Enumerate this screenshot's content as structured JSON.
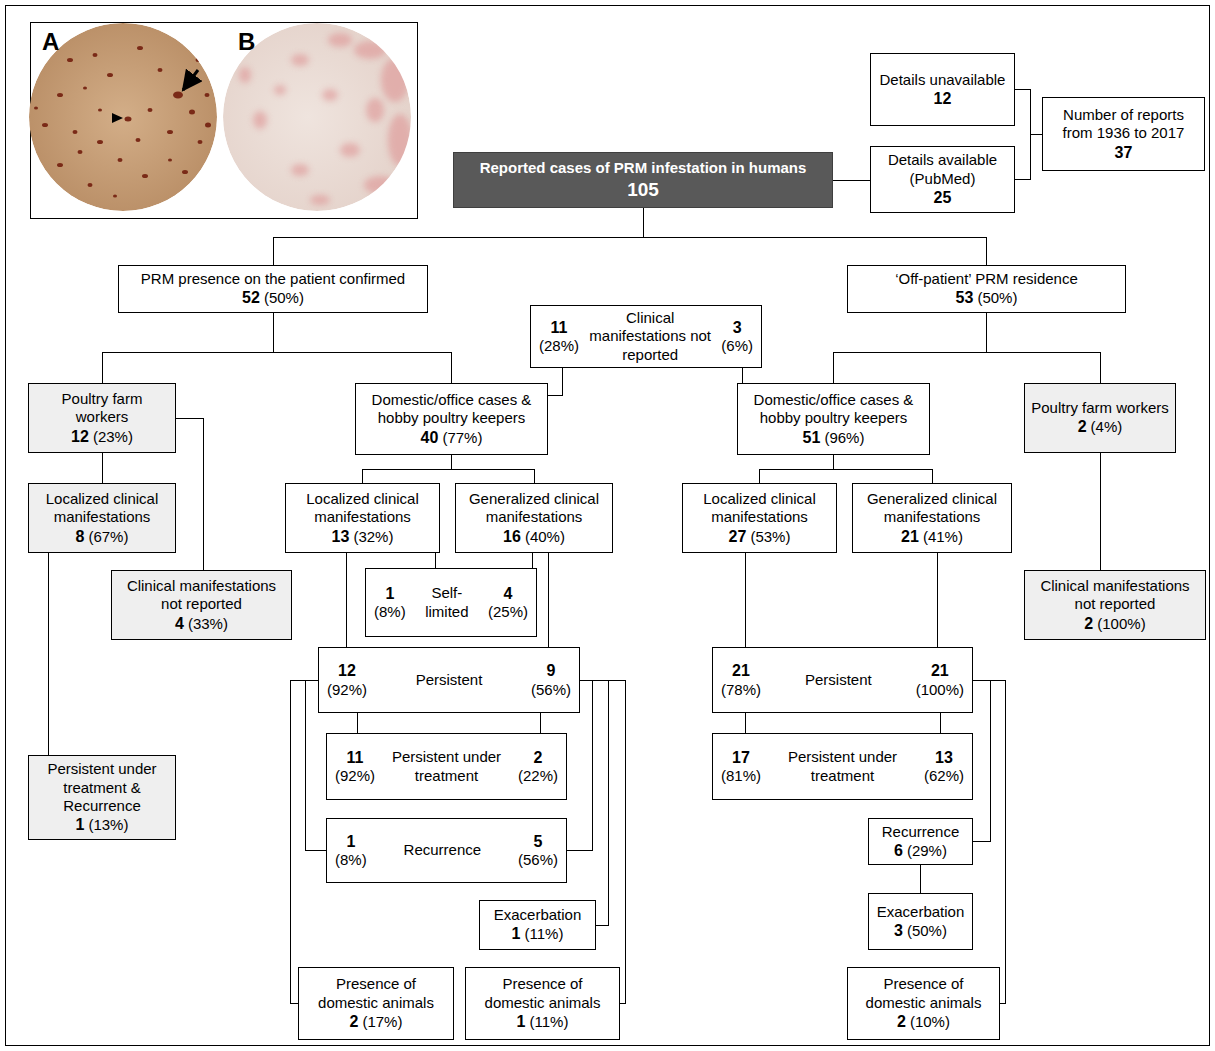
{
  "diagram": {
    "nodes": [
      {
        "text": [
          "Details unavailable",
          "12"
        ]
      },
      {
        "text": [
          "Number of reports from 1936 to 2017",
          "37"
        ]
      },
      {
        "text": [
          "Reported cases of PRM infestation in humans",
          "105"
        ]
      },
      {
        "text": [
          "Details available (PubMed)",
          "25"
        ]
      },
      {
        "text": [
          "PRM presence on the patient confirmed",
          "52",
          "(50%)"
        ]
      },
      {
        "text": [
          "‘Off-patient’ PRM residence",
          "53",
          "(50%)"
        ]
      },
      {
        "text": [
          "11",
          "(28%)",
          "Clinical manifestations not reported",
          "3",
          "(6%)"
        ]
      },
      {
        "text": [
          "Poultry farm workers",
          "12",
          "(23%)"
        ]
      },
      {
        "text": [
          "Domestic/office cases & hobby poultry keepers",
          "40",
          "(77%)"
        ]
      },
      {
        "text": [
          "Domestic/office cases & hobby poultry keepers",
          "51",
          "(96%)"
        ]
      },
      {
        "text": [
          "Poultry farm workers",
          "2",
          "(4%)"
        ]
      },
      {
        "text": [
          "Localized clinical manifestations",
          "8",
          "(67%)"
        ]
      },
      {
        "text": [
          "Clinical manifestations not reported",
          "4",
          "(33%)"
        ]
      },
      {
        "text": [
          "Localized clinical manifestations",
          "13",
          "(32%)"
        ]
      },
      {
        "text": [
          "Generalized clinical manifestations",
          "16",
          "(40%)"
        ]
      },
      {
        "text": [
          "Localized clinical manifestations",
          "27",
          "(53%)"
        ]
      },
      {
        "text": [
          "Generalized clinical manifestations",
          "21",
          "(41%)"
        ]
      },
      {
        "text": [
          "Clinical manifestations not reported",
          "2",
          "(100%)"
        ]
      },
      {
        "text": [
          "1",
          "(8%)",
          "Self-limited",
          "4",
          "(25%)"
        ]
      },
      {
        "text": [
          "12",
          "(92%)",
          "Persistent",
          "9",
          "(56%)"
        ]
      },
      {
        "text": [
          "21",
          "(78%)",
          "Persistent",
          "21",
          "(100%)"
        ]
      },
      {
        "text": [
          "11",
          "(92%)",
          "Persistent under treatment",
          "2",
          "(22%)"
        ]
      },
      {
        "text": [
          "17",
          "(81%)",
          "Persistent under treatment",
          "13",
          "(62%)"
        ]
      },
      {
        "text": [
          "Persistent under treatment & Recurrence",
          "1",
          "(13%)"
        ]
      },
      {
        "text": [
          "1",
          "(8%)",
          "Recurrence",
          "5",
          "(56%)"
        ]
      },
      {
        "text": [
          "Recurrence",
          "6",
          "(29%)"
        ]
      },
      {
        "text": [
          "Exacerbation",
          "1",
          "(11%)"
        ]
      },
      {
        "text": [
          "Exacerbation",
          "3",
          "(50%)"
        ]
      },
      {
        "text": [
          "Presence of domestic animals",
          "2",
          "(17%)"
        ]
      },
      {
        "text": [
          "Presence of domestic animals",
          "1",
          "(11%)"
        ]
      },
      {
        "text": [
          "Presence of domestic animals",
          "2",
          "(10%)"
        ]
      }
    ],
    "edges": [
      {
        "from": 2,
        "to": 3,
        "arrow": "none"
      },
      {
        "from": 0,
        "to": 1,
        "arrow": "none"
      },
      {
        "from": 3,
        "to": 1,
        "arrow": "none"
      },
      {
        "from": 2,
        "to": 4,
        "arrow": "none"
      },
      {
        "from": 2,
        "to": 5,
        "arrow": "none"
      },
      {
        "from": 4,
        "to": 7,
        "arrow": "none"
      },
      {
        "from": 4,
        "to": 8,
        "arrow": "none"
      },
      {
        "from": 6,
        "to": 8,
        "arrow": "none"
      },
      {
        "from": 6,
        "to": 9,
        "arrow": "none"
      },
      {
        "from": 5,
        "to": 9,
        "arrow": "none"
      },
      {
        "from": 5,
        "to": 10,
        "arrow": "none"
      },
      {
        "from": 7,
        "to": 11,
        "arrow": "none"
      },
      {
        "from": 7,
        "to": 12,
        "arrow": "none"
      },
      {
        "from": 11,
        "to": 23,
        "arrow": "none"
      },
      {
        "from": 8,
        "to": 13,
        "arrow": "none"
      },
      {
        "from": 8,
        "to": 14,
        "arrow": "none"
      },
      {
        "from": 9,
        "to": 15,
        "arrow": "none"
      },
      {
        "from": 9,
        "to": 16,
        "arrow": "none"
      },
      {
        "from": 10,
        "to": 17,
        "arrow": "none"
      },
      {
        "from": 13,
        "to": 18,
        "arrow": "none"
      },
      {
        "from": 14,
        "to": 18,
        "arrow": "none"
      },
      {
        "from": 13,
        "to": 19,
        "arrow": "none"
      },
      {
        "from": 14,
        "to": 19,
        "arrow": "none"
      },
      {
        "from": 15,
        "to": 20,
        "arrow": "none"
      },
      {
        "from": 16,
        "to": 20,
        "arrow": "none"
      },
      {
        "from": 19,
        "to": 21,
        "arrow": "none"
      },
      {
        "from": 19,
        "to": 21,
        "arrow": "none"
      },
      {
        "from": 20,
        "to": 22,
        "arrow": "none"
      },
      {
        "from": 20,
        "to": 22,
        "arrow": "none"
      },
      {
        "from": 19,
        "to": 28,
        "arrow": "none"
      },
      {
        "from": 19,
        "to": 24,
        "arrow": "none"
      },
      {
        "from": 19,
        "to": 24,
        "arrow": "none"
      },
      {
        "from": 19,
        "to": 26,
        "arrow": "none"
      },
      {
        "from": 19,
        "to": 29,
        "arrow": "none"
      },
      {
        "from": 20,
        "to": 25,
        "arrow": "none"
      },
      {
        "from": 20,
        "to": 30,
        "arrow": "none"
      },
      {
        "from": 25,
        "to": 27,
        "arrow": "none"
      }
    ],
    "labels": [
      "A",
      "B"
    ]
  }
}
